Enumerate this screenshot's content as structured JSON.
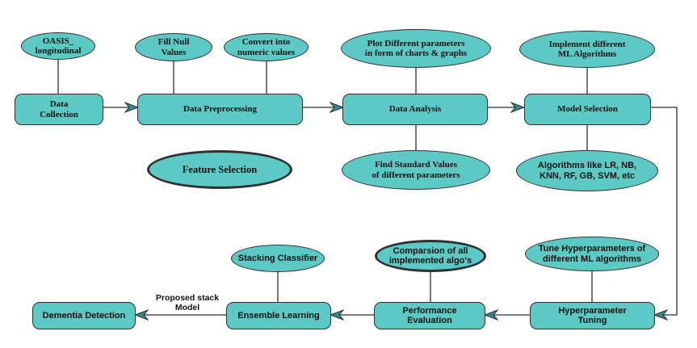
{
  "nodes": {
    "oasis": "OASIS_\nlongitudinal",
    "data_collection": "Data\nCollection",
    "fill_null": "Fill Null\nValues",
    "convert_numeric": "Convert into\nnumeric values",
    "data_preprocessing": "Data Preprocessing",
    "feature_selection": "Feature Selection",
    "plot_parameters": "Plot Different parameters\nin form of charts & graphs",
    "data_analysis": "Data Analysis",
    "find_standard_values": "Find Standard Values\nof different parameters",
    "implement_ml": "Implement different\nML Algorithms",
    "model_selection": "Model Selection",
    "algorithms_like": "Algorithms like LR, NB,\nKNN, RF, GB, SVM, etc",
    "tune_hyperparameters": "Tune Hyperparameters of\ndifferent ML algorithms",
    "hyperparameter_tuning": "Hyperparameter\nTuning",
    "comparison": "Comparsion of all\nimplemented algo's",
    "performance_evaluation": "Performance\nEvaluation",
    "stacking_classifier": "Stacking Classifier",
    "ensemble_learning": "Ensemble Learning",
    "dementia_detection": "Dementia Detection"
  },
  "edge_labels": {
    "proposed_stack_model": "Proposed stack\nModel"
  },
  "colors": {
    "node_fill": "#5cc9c4",
    "arrowhead_fill": "#2e8b95",
    "line": "#2f2f2f"
  }
}
